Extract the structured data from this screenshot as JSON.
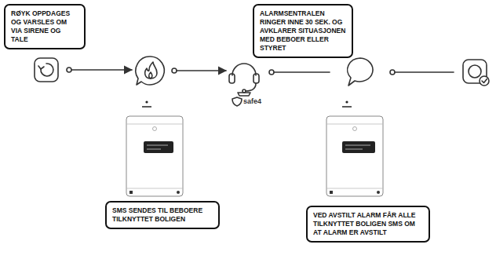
{
  "diagram": {
    "nodes": [
      {
        "text": [
          "RØYK OPPDAGES OG VARSLES OM VIA SIRENE OG TALE"
        ]
      },
      {
        "text": [
          "ALARMSENTRALEN RINGER INNE 30 SEK. OG AVKLARER SITUASJONEN MED BEBOER ELLER STYRET"
        ]
      },
      {
        "text": [
          "SMS SENDES TIL BEBOERE TILKNYTTET BOLIGEN"
        ]
      },
      {
        "text": [
          "VED AVSTILT ALARM FÅR ALLE TILKNYTTET BOLIGEN SMS OM AT ALARM ER AVSTILT"
        ]
      }
    ],
    "labels": [
      "safe4"
    ]
  }
}
